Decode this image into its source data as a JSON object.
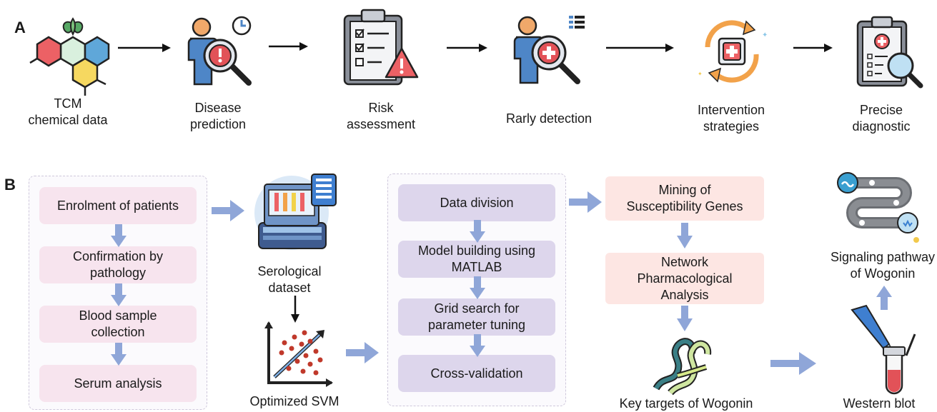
{
  "panel_a": {
    "letter": "A",
    "steps": [
      {
        "label": "TCM\nchemical data",
        "icon": "molecule-icon"
      },
      {
        "label": "Disease\nprediction",
        "icon": "person-magnifier-alert-icon"
      },
      {
        "label": "Risk\nassessment",
        "icon": "clipboard-warning-icon"
      },
      {
        "label": "Rarly detection",
        "icon": "person-magnifier-medical-icon"
      },
      {
        "label": "Intervention\nstrategies",
        "icon": "medical-cycle-icon"
      },
      {
        "label": "Precise\ndiagnostic",
        "icon": "clipboard-search-icon"
      }
    ]
  },
  "panel_b": {
    "letter": "B",
    "clinical_steps": [
      "Enrolment of patients",
      "Confirmation by\npathology",
      "Blood sample\ncollection",
      "Serum analysis"
    ],
    "serological_label": "Serological\ndataset",
    "svm_label": "Optimized SVM",
    "model_steps": [
      "Data division",
      "Model building using\nMATLAB",
      "Grid search for\nparameter tuning",
      "Cross-validation"
    ],
    "analysis_steps": [
      "Mining of\nSusceptibility Genes",
      "Network\nPharmacological\nAnalysis"
    ],
    "key_targets_label": "Key targets of Wogonin",
    "western_blot_label": "Western blot",
    "signaling_label": "Signaling pathway\nof Wogonin"
  },
  "colors": {
    "pink_box": "#f7e4ee",
    "purple_box": "#ddd6ec",
    "salmon_box": "#fde6e3",
    "block_arrow": "#8fa6d8"
  }
}
